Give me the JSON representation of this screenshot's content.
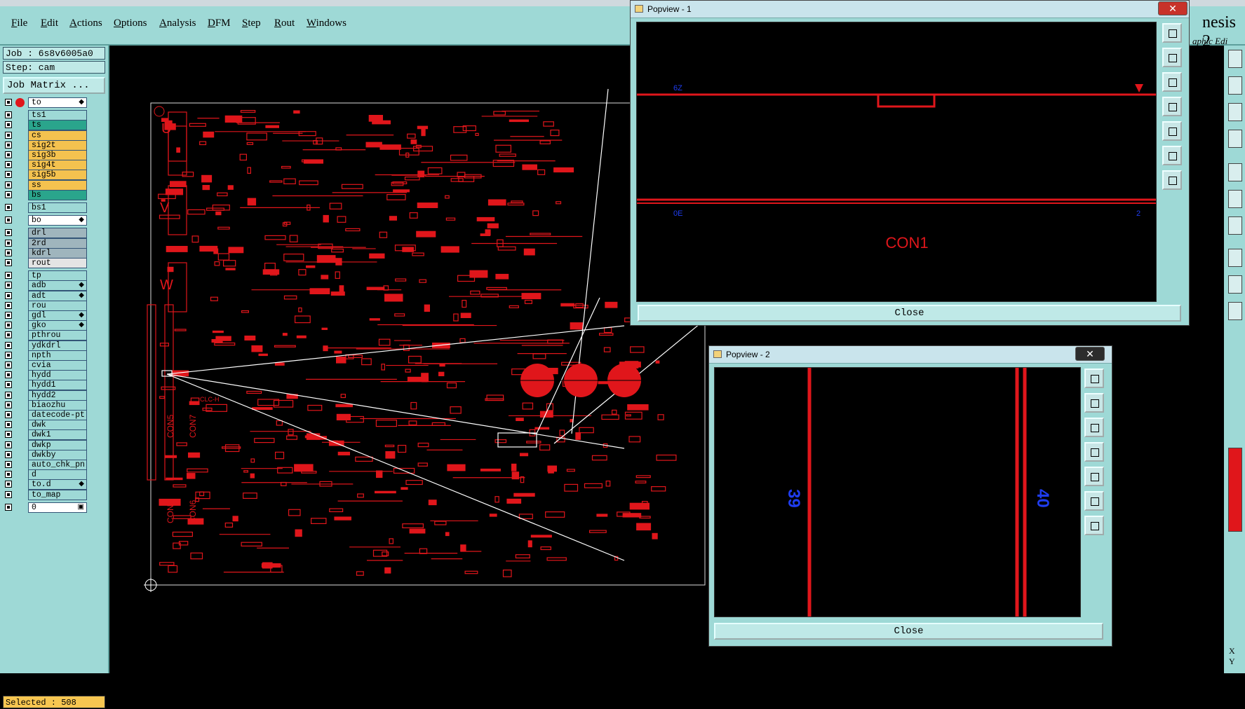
{
  "menu": [
    "File",
    "Edit",
    "Actions",
    "Options",
    "Analysis",
    "DFM",
    "Step",
    "Rout",
    "Windows"
  ],
  "app_title_fragment": "nesis 2",
  "app_subtitle_fragment": "aphic Edi",
  "job": {
    "job_label": "Job : 6s8v6005a0",
    "step_label": "Step: cam",
    "matrix_button": "Job Matrix ..."
  },
  "layers": [
    {
      "name": "to",
      "color": "#ffffff",
      "mark": "◆"
    },
    {
      "name": "ts1",
      "color": "#9ed9d6",
      "mark": ""
    },
    {
      "name": "ts",
      "color": "#2aa58c",
      "mark": ""
    },
    {
      "name": "cs",
      "color": "#f4c24f",
      "mark": ""
    },
    {
      "name": "sig2t",
      "color": "#f4c24f",
      "mark": ""
    },
    {
      "name": "sig3b",
      "color": "#f4c24f",
      "mark": ""
    },
    {
      "name": "sig4t",
      "color": "#f4c24f",
      "mark": ""
    },
    {
      "name": "sig5b",
      "color": "#f4c24f",
      "mark": ""
    },
    {
      "name": "ss",
      "color": "#f4c24f",
      "mark": ""
    },
    {
      "name": "bs",
      "color": "#2aa58c",
      "mark": ""
    },
    {
      "name": "bs1",
      "color": "#9ed9d6",
      "mark": ""
    },
    {
      "name": "bo",
      "color": "#ffffff",
      "mark": "◆"
    },
    {
      "name": "drl",
      "color": "#9fb5bd",
      "mark": ""
    },
    {
      "name": "2rd",
      "color": "#9fb5bd",
      "mark": ""
    },
    {
      "name": "kdrl",
      "color": "#9fb5bd",
      "mark": ""
    },
    {
      "name": "rout",
      "color": "#e4e4e4",
      "mark": ""
    },
    {
      "name": "tp",
      "color": "#9ed9d6",
      "mark": ""
    },
    {
      "name": "adb",
      "color": "#9ed9d6",
      "mark": "◆"
    },
    {
      "name": "adt",
      "color": "#9ed9d6",
      "mark": "◆"
    },
    {
      "name": "rou",
      "color": "#9ed9d6",
      "mark": ""
    },
    {
      "name": "gdl",
      "color": "#9ed9d6",
      "mark": "◆"
    },
    {
      "name": "gko",
      "color": "#9ed9d6",
      "mark": "◆"
    },
    {
      "name": "pthrou",
      "color": "#9ed9d6",
      "mark": ""
    },
    {
      "name": "ydkdrl",
      "color": "#9ed9d6",
      "mark": ""
    },
    {
      "name": "npth",
      "color": "#9ed9d6",
      "mark": ""
    },
    {
      "name": "cvia",
      "color": "#9ed9d6",
      "mark": ""
    },
    {
      "name": "hydd",
      "color": "#9ed9d6",
      "mark": ""
    },
    {
      "name": "hydd1",
      "color": "#9ed9d6",
      "mark": ""
    },
    {
      "name": "hydd2",
      "color": "#9ed9d6",
      "mark": ""
    },
    {
      "name": "biaozhu",
      "color": "#9ed9d6",
      "mark": ""
    },
    {
      "name": "datecode-pt",
      "color": "#9ed9d6",
      "mark": ""
    },
    {
      "name": "dwk",
      "color": "#9ed9d6",
      "mark": ""
    },
    {
      "name": "dwk1",
      "color": "#9ed9d6",
      "mark": ""
    },
    {
      "name": "dwkp",
      "color": "#9ed9d6",
      "mark": ""
    },
    {
      "name": "dwkby",
      "color": "#9ed9d6",
      "mark": ""
    },
    {
      "name": "auto_chk_pn",
      "color": "#9ed9d6",
      "mark": ""
    },
    {
      "name": "d",
      "color": "#9ed9d6",
      "mark": ""
    },
    {
      "name": "to.d",
      "color": "#9ed9d6",
      "mark": "◆"
    },
    {
      "name": "to_map",
      "color": "#9ed9d6",
      "mark": ""
    },
    {
      "name": "0",
      "color": "#ffffff",
      "mark": "▣"
    }
  ],
  "status": {
    "selected": "Selected : 508"
  },
  "board_labels": {
    "u": "U",
    "v": "V",
    "w": "W",
    "con5": "CON5",
    "con7": "CON7",
    "con8": "CON8",
    "con6": "CON6",
    "clc": "CLC-H"
  },
  "popview1": {
    "title": "Popview - 1",
    "close_label": "Close",
    "pin_left_top": "6Z",
    "pin_left_bottom": "0E",
    "pin_right_bottom": "2",
    "designator": "CON1"
  },
  "popview2": {
    "title": "Popview - 2",
    "close_label": "Close",
    "pin_left": "39",
    "pin_right": "40"
  },
  "coords": {
    "x": "X",
    "y": "Y"
  },
  "colors": {
    "panel": "#9ed9d6",
    "trace": "#e0161b",
    "pin_text": "#1f3df0",
    "selected": "#f7c651",
    "close_red": "#c8322a"
  }
}
